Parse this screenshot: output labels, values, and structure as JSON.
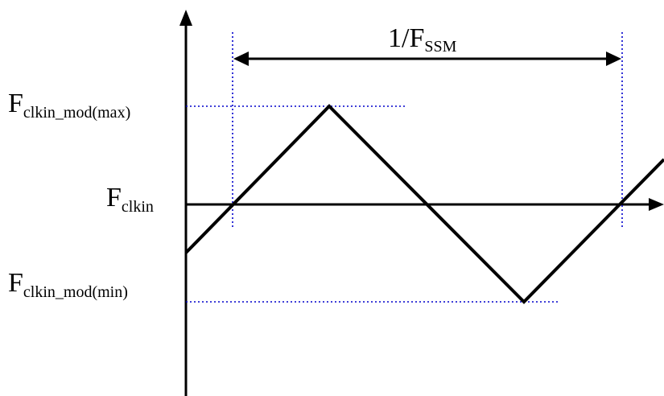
{
  "diagram": {
    "period_label": {
      "prefix": "1/F",
      "subscript": "SSM"
    },
    "levels": {
      "max": {
        "base": "F",
        "subscript": "clkin_mod(max)"
      },
      "center": {
        "base": "F",
        "subscript": "clkin"
      },
      "min": {
        "base": "F",
        "subscript": "clkin_mod(min)"
      }
    },
    "colors": {
      "waveform": "#000000",
      "axes": "#000000",
      "guides": "#0000cc"
    }
  }
}
